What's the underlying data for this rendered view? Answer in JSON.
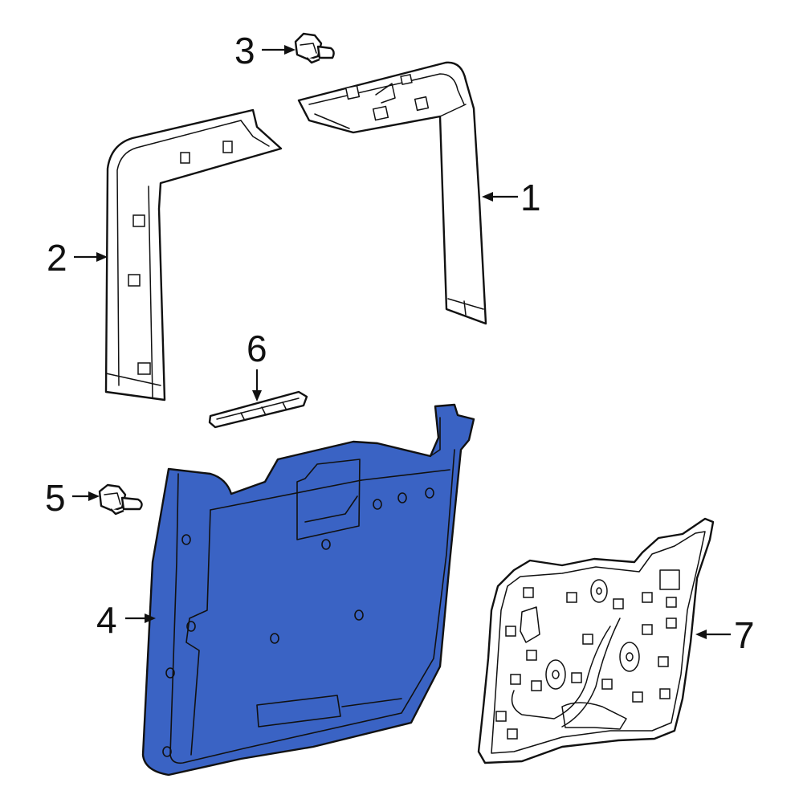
{
  "callouts": [
    {
      "id": "1",
      "label": "1"
    },
    {
      "id": "2",
      "label": "2"
    },
    {
      "id": "3",
      "label": "3"
    },
    {
      "id": "4",
      "label": "4"
    },
    {
      "id": "5",
      "label": "5"
    },
    {
      "id": "6",
      "label": "6"
    },
    {
      "id": "7",
      "label": "7"
    }
  ],
  "colors": {
    "highlight": "#3a63c4",
    "line": "#111111",
    "background": "#ffffff"
  }
}
